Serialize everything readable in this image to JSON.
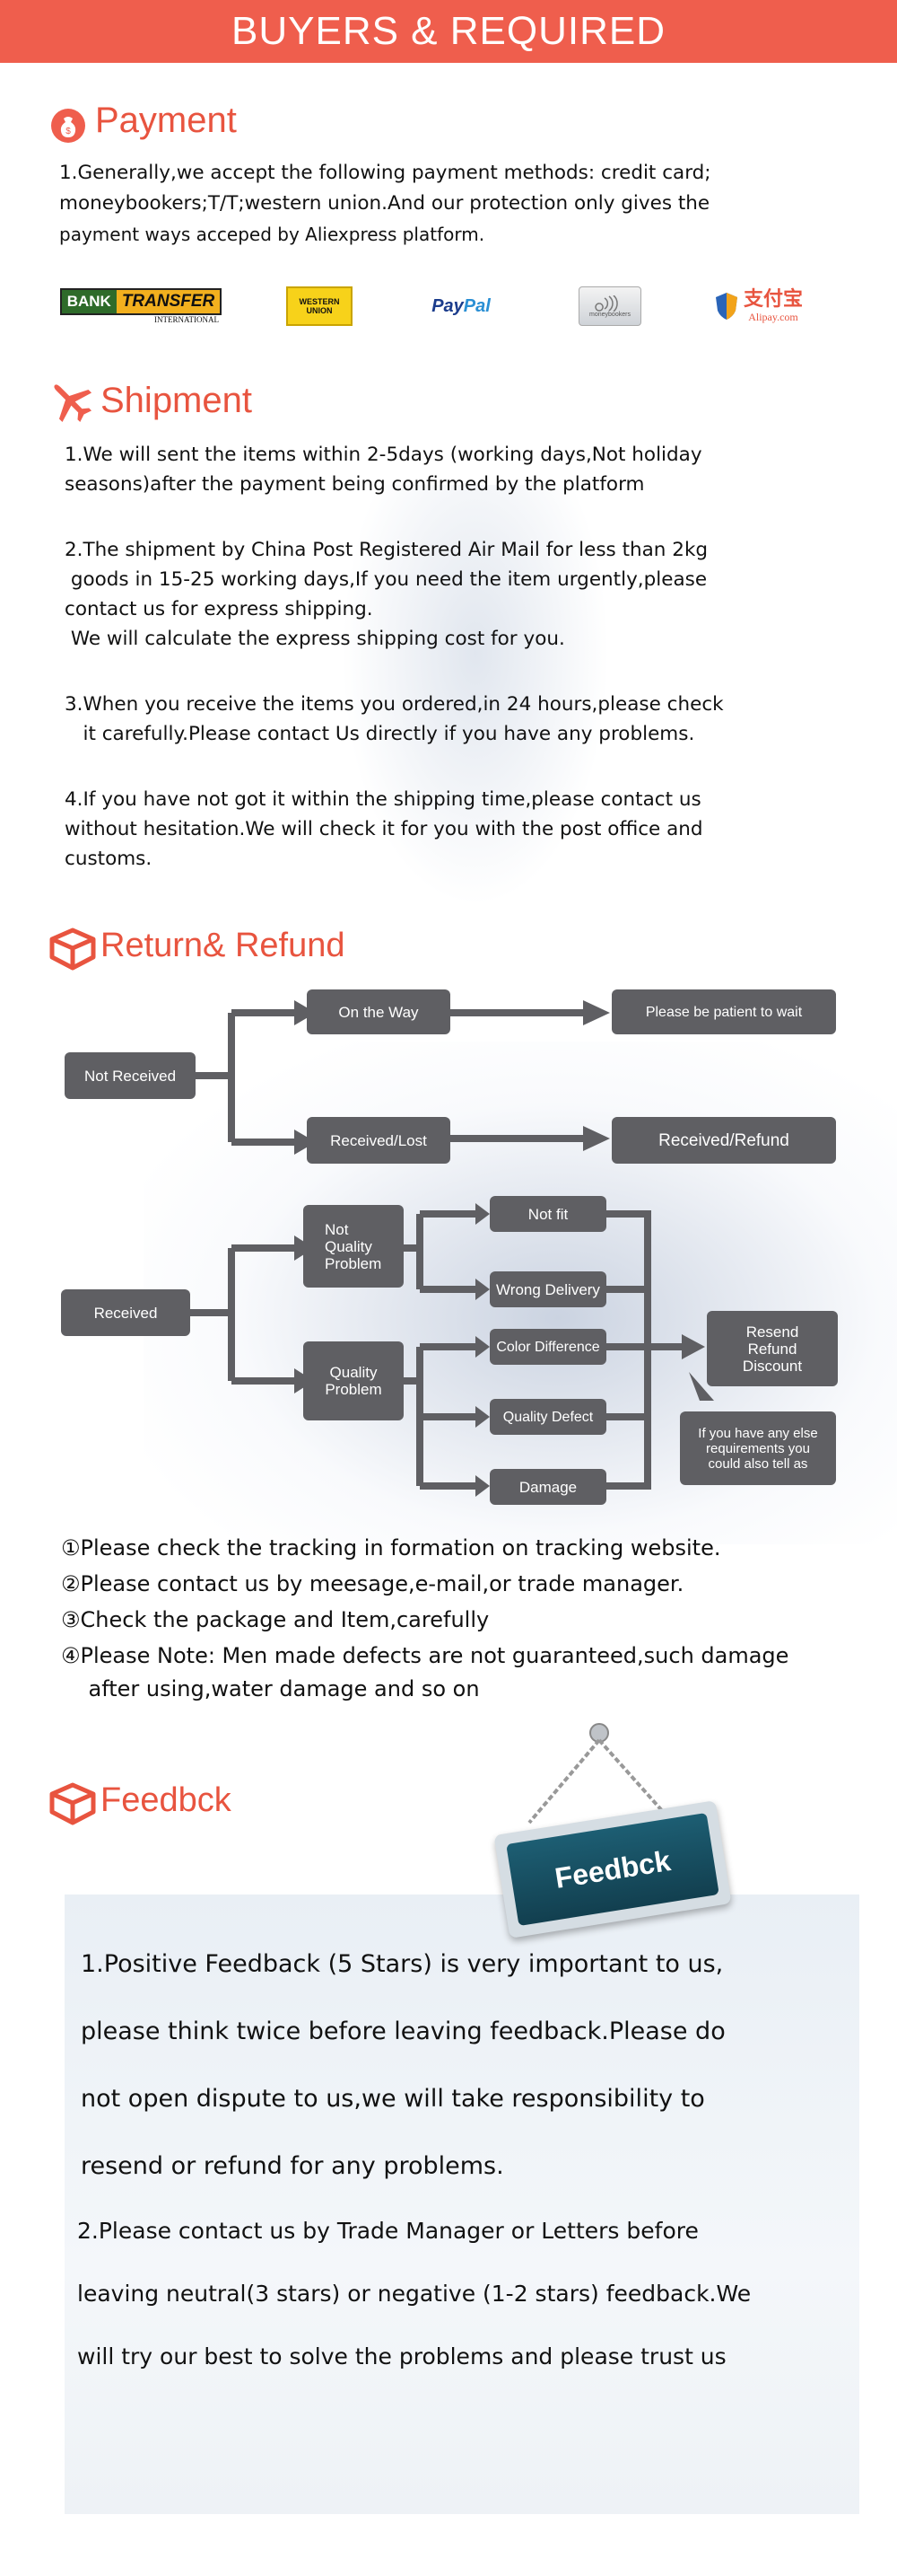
{
  "banner": {
    "title": "BUYERS & REQUIRED"
  },
  "payment": {
    "title": "Payment",
    "lines": [
      "1.Generally,we accept the following payment methods: credit card;",
      "moneybookers;T/T;western union.And our protection only gives the",
      "payment ways acceped by Aliexpress platform."
    ],
    "logos": {
      "bank_a": "BANK",
      "bank_b": "TRANSFER",
      "bank_c": "INTERNATIONAL",
      "wu_a": "WESTERN",
      "wu_b": "UNION",
      "paypal_a": "Pay",
      "paypal_b": "Pal",
      "mb": "moneybookers",
      "alipay_a": "支付宝",
      "alipay_b": "Alipay.com"
    }
  },
  "shipment": {
    "title": "Shipment",
    "lines": [
      "1.We will sent the items within 2-5days (working days,Not holiday",
      "seasons)after the payment being confirmed by the platform",
      "",
      "2.The shipment by China Post Registered Air Mail for less than 2kg",
      " goods in 15-25 working days,If you need the item urgently,please",
      "contact us for express shipping.",
      " We will calculate the express shipping cost for you.",
      "",
      "3.When you receive the items you ordered,in 24 hours,please check",
      "   it carefully.Please contact Us directly if you have any problems.",
      "",
      "4.If you have not got it within the shipping time,please contact us",
      "without hesitation.We will check it for you with the post office and",
      "customs."
    ]
  },
  "refund": {
    "title": "Return& Refund",
    "flow": {
      "not_received": "Not Received",
      "on_the_way": "On the Way",
      "be_patient": "Please be patient to wait",
      "received_lost": "Received/Lost",
      "received_refund": "Received/Refund",
      "received": "Received",
      "not_quality": "Not\nQuality\nProblem",
      "quality": "Quality\nProblem",
      "not_fit": "Not fit",
      "wrong_delivery": "Wrong Delivery",
      "color_diff": "Color Difference",
      "quality_defect": "Quality Defect",
      "damage": "Damage",
      "resend": "Resend\nRefund\nDiscount",
      "else_req": "If you have any else\nrequirements you\ncould also tell as"
    },
    "notes": [
      "①Please check the tracking in formation on tracking website.",
      "②Please contact us by meesage,e-mail,or trade manager.",
      "③Check the package and Item,carefully",
      "④Please Note: Men made defects are not guaranteed,such damage",
      "    after using,water damage and so on"
    ]
  },
  "feedback": {
    "title": "Feedbck",
    "sign": "Feedbck",
    "lines": [
      "1.Positive Feedback (5 Stars) is very important to us,",
      "please think twice before leaving feedback.Please do",
      "not open dispute to us,we will take responsibility to",
      "resend or refund for any problems."
    ],
    "lines2": [
      "2.Please contact us by Trade Manager or Letters before",
      "leaving neutral(3 stars) or negative (1-2 stars) feedback.We",
      "will try our best to solve the problems and please trust us"
    ]
  },
  "colors": {
    "accent": "#ef5e4d",
    "box": "#5f5f63",
    "title": "#e8543f"
  }
}
